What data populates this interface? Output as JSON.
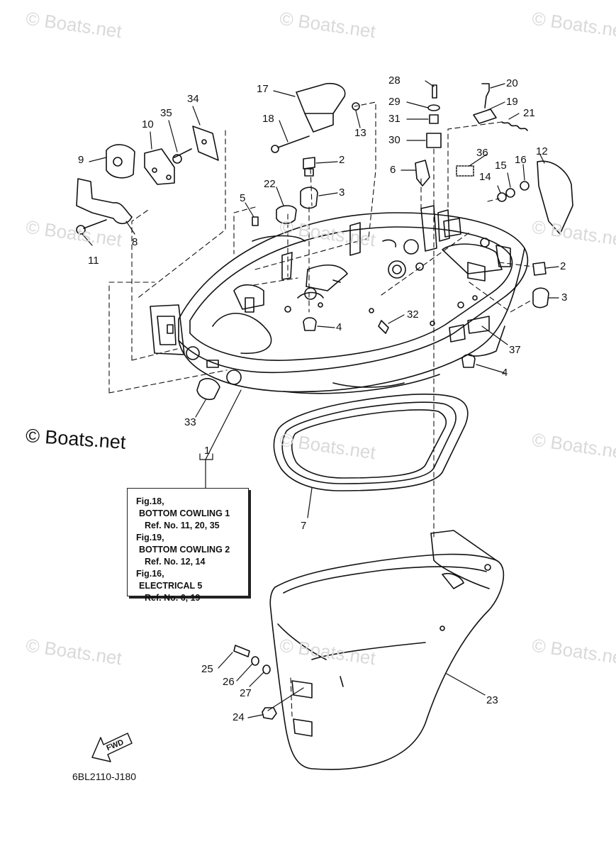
{
  "watermark": "© Boats.net",
  "copyright": "© Boats.net",
  "callouts": {
    "c1": "1",
    "c2a": "2",
    "c2b": "2",
    "c3a": "3",
    "c3b": "3",
    "c4a": "4",
    "c4b": "4",
    "c5": "5",
    "c6": "6",
    "c7": "7",
    "c8": "8",
    "c9": "9",
    "c10": "10",
    "c11": "11",
    "c12": "12",
    "c13": "13",
    "c14": "14",
    "c15": "15",
    "c16": "16",
    "c17": "17",
    "c18": "18",
    "c19": "19",
    "c20": "20",
    "c21": "21",
    "c22": "22",
    "c23": "23",
    "c24": "24",
    "c25": "25",
    "c26": "26",
    "c27": "27",
    "c28": "28",
    "c29": "29",
    "c30": "30",
    "c31": "31",
    "c32": "32",
    "c33": "33",
    "c34": "34",
    "c35": "35",
    "c36": "36",
    "c37": "37"
  },
  "reference_box": [
    "Fig.18,",
    "BOTTOM COWLING 1",
    "Ref. No. 11, 20, 35",
    "Fig.19,",
    "BOTTOM COWLING 2",
    "Ref. No. 12, 14",
    "Fig.16,",
    "ELECTRICAL 5",
    "Ref. No. 6, 19"
  ],
  "fwd_label": "FWD",
  "part_code": "6BL2110-J180"
}
